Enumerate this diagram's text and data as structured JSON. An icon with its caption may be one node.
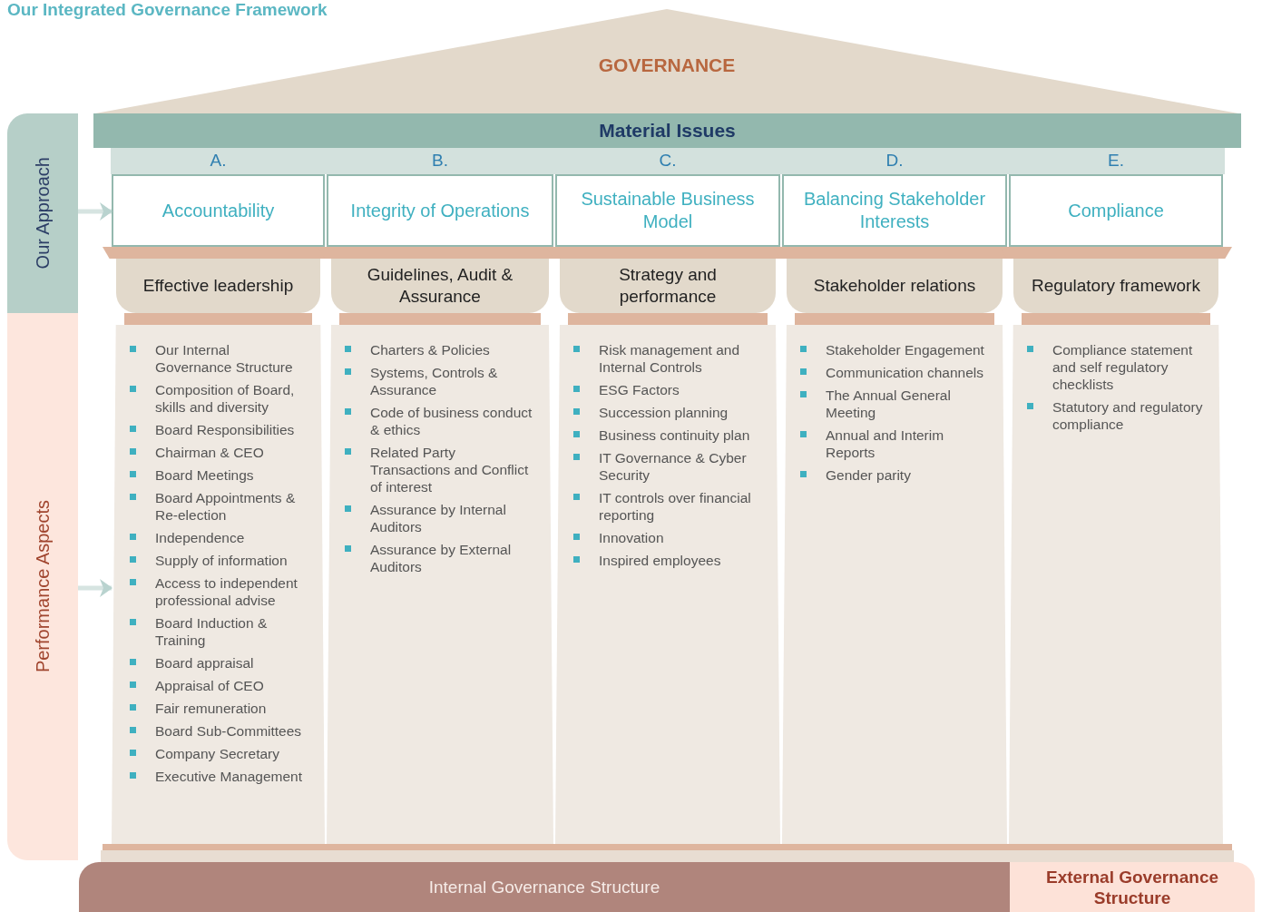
{
  "diagram": {
    "title": "Our Integrated Governance Framework",
    "nodes": [
      {
        "text": [
          "GOVERNANCE"
        ]
      },
      {
        "text": [
          "Material Issues"
        ]
      },
      {
        "text": [
          "Our Approach"
        ]
      },
      {
        "text": [
          "Performance Aspects"
        ]
      },
      {
        "text": [
          "A.",
          "Accountability"
        ]
      },
      {
        "text": [
          "Effective leadership"
        ]
      },
      {
        "text": [
          "Our Internal Governance Structure",
          "Composition of Board, skills and diversity",
          "Board Responsibilities",
          "Chairman & CEO",
          "Board Meetings",
          "Board Appointments & Re-election",
          "Independence",
          "Supply of information",
          "Access to independent professional advise",
          "Board Induction & Training",
          "Board appraisal",
          "Appraisal of CEO",
          "Fair remuneration",
          "Board Sub-Committees",
          "Company Secretary",
          "Executive Management"
        ]
      },
      {
        "text": [
          "B.",
          "Integrity of Operations"
        ]
      },
      {
        "text": [
          "Guidelines, Audit & Assurance"
        ]
      },
      {
        "text": [
          "Charters & Policies",
          "Systems, Controls & Assurance",
          "Code of business conduct & ethics",
          "Related Party Transactions and Conflict of interest",
          "Assurance by Internal Auditors",
          "Assurance by External Auditors"
        ]
      },
      {
        "text": [
          "C.",
          "Sustainable Business Model"
        ]
      },
      {
        "text": [
          "Strategy and performance"
        ]
      },
      {
        "text": [
          "Risk management and Internal Controls",
          "ESG Factors",
          "Succession planning",
          "Business continuity plan",
          "IT Governance & Cyber Security",
          "IT controls over financial reporting",
          "Innovation",
          "Inspired employees"
        ]
      },
      {
        "text": [
          "D.",
          "Balancing Stakeholder Interests"
        ]
      },
      {
        "text": [
          "Stakeholder relations"
        ]
      },
      {
        "text": [
          "Stakeholder Engagement",
          "Communication channels",
          "The Annual General Meeting",
          "Annual and Interim Reports",
          "Gender parity"
        ]
      },
      {
        "text": [
          "E.",
          "Compliance"
        ]
      },
      {
        "text": [
          "Regulatory framework"
        ]
      },
      {
        "text": [
          "Compliance statement and self regulatory checklists",
          "Statutory and regulatory compliance"
        ]
      },
      {
        "text": [
          "Internal Governance Structure"
        ]
      },
      {
        "text": [
          "External Governance Structure"
        ]
      }
    ],
    "edges": [
      {
        "from": 2,
        "to": 4,
        "arrow": "to"
      },
      {
        "from": 3,
        "to": 6,
        "arrow": "to"
      }
    ]
  }
}
